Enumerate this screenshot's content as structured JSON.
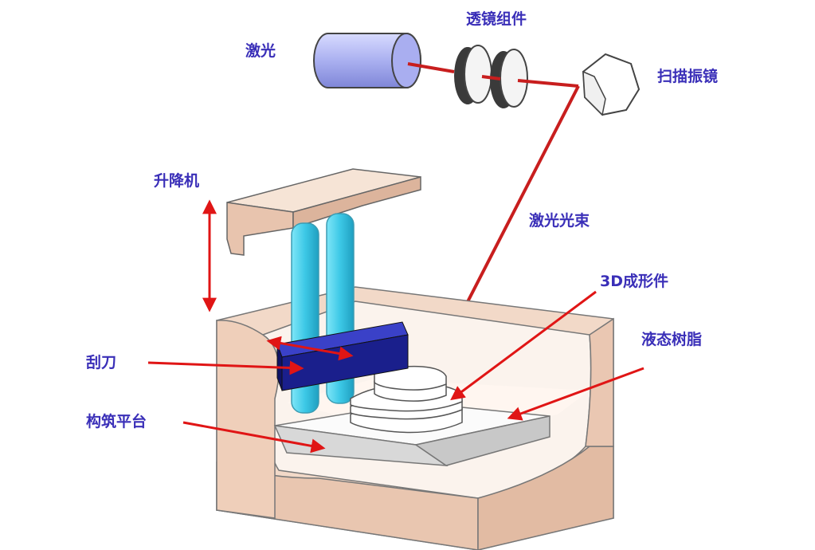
{
  "labels": {
    "laser": "激光",
    "lens": "透镜组件",
    "galvo": "扫描振镜",
    "elevator": "升降机",
    "beam": "激光光束",
    "part": "3D成形件",
    "resin": "液态树脂",
    "blade": "刮刀",
    "platform": "构筑平台"
  },
  "colors": {
    "label": "#3a2fb8",
    "arrow": "#e01515",
    "beam": "#c81e1e",
    "vat": "#f2d9c8",
    "blade": "#1a1f8c",
    "rods": "#3cc8e6",
    "laser_body": "#b8bcf0"
  }
}
